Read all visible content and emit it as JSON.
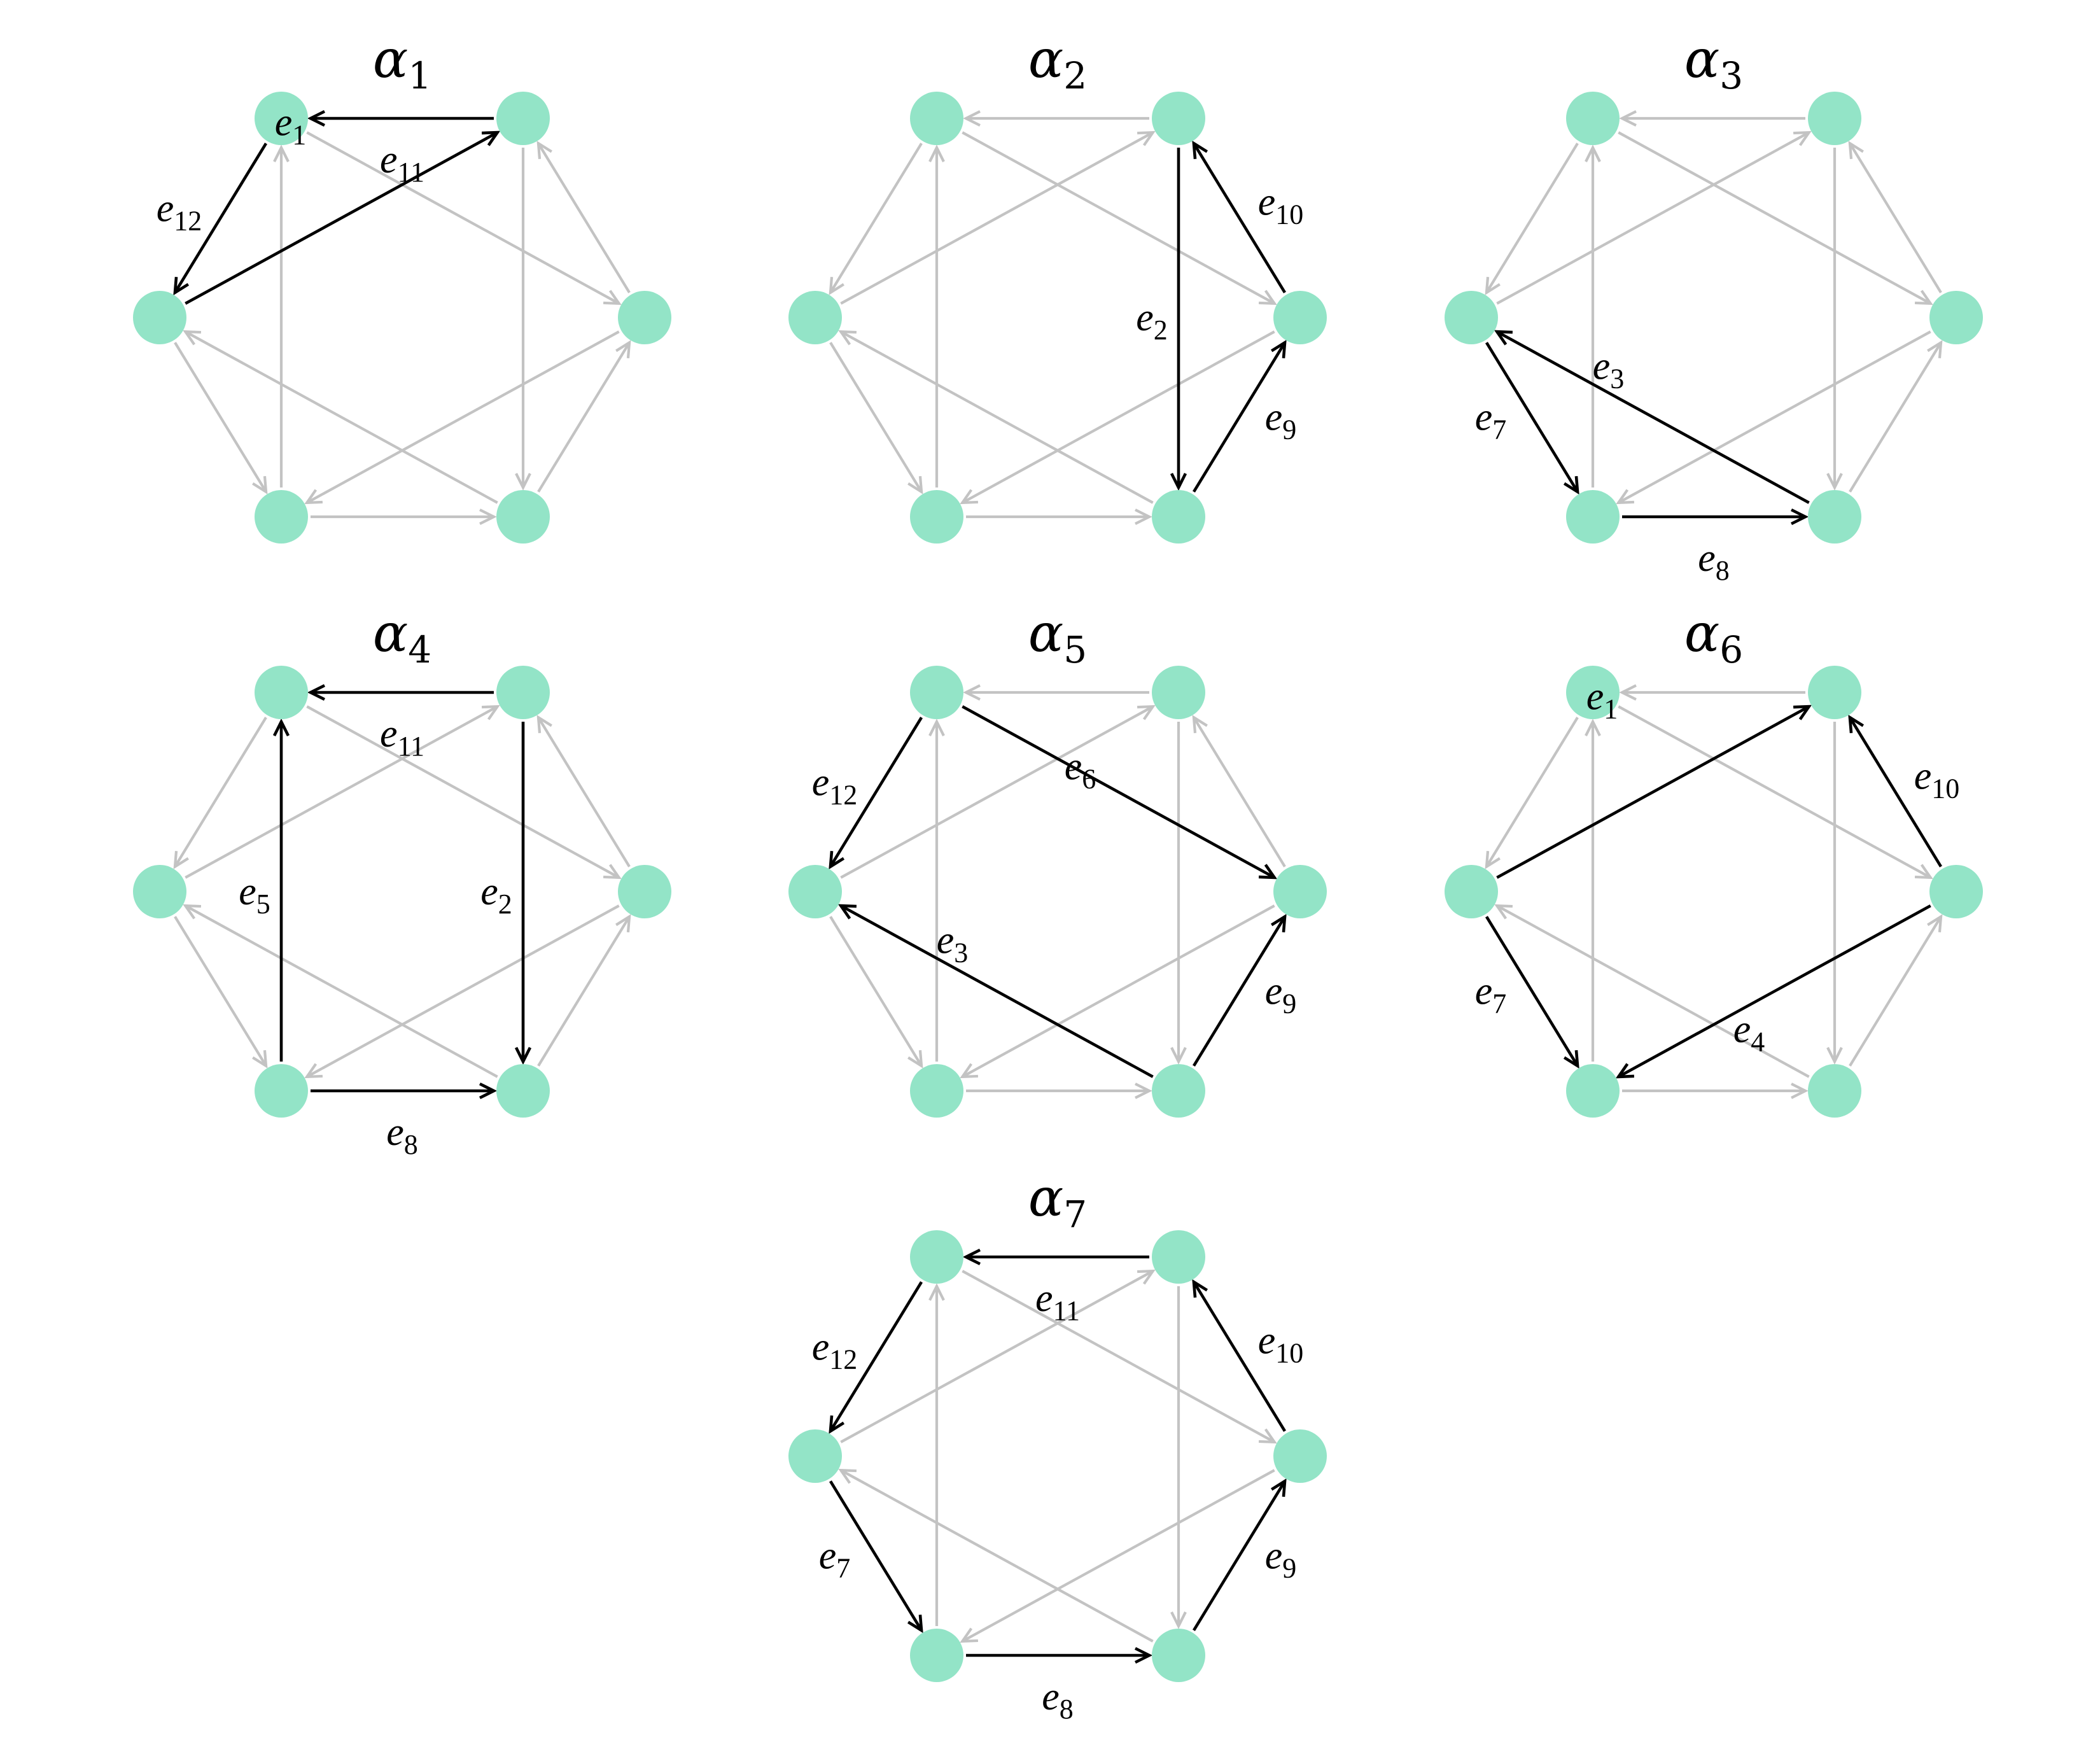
{
  "colors": {
    "node": "#93e4c7",
    "edge_background": "#c3c3c3",
    "edge_highlight": "#000000"
  },
  "graph": {
    "nodes": [
      "n0",
      "n1",
      "n2",
      "n3",
      "n4",
      "n5"
    ],
    "edges": [
      {
        "id": "e1",
        "sub": "1",
        "from": "n2",
        "to": "n0"
      },
      {
        "id": "e2",
        "sub": "2",
        "from": "n0",
        "to": "n4"
      },
      {
        "id": "e3",
        "sub": "3",
        "from": "n4",
        "to": "n2"
      },
      {
        "id": "e4",
        "sub": "4",
        "from": "n5",
        "to": "n3"
      },
      {
        "id": "e5",
        "sub": "5",
        "from": "n3",
        "to": "n1"
      },
      {
        "id": "e6",
        "sub": "6",
        "from": "n1",
        "to": "n5"
      },
      {
        "id": "e7",
        "sub": "7",
        "from": "n2",
        "to": "n3"
      },
      {
        "id": "e8",
        "sub": "8",
        "from": "n3",
        "to": "n4"
      },
      {
        "id": "e9",
        "sub": "9",
        "from": "n4",
        "to": "n5"
      },
      {
        "id": "e10",
        "sub": "10",
        "from": "n5",
        "to": "n0"
      },
      {
        "id": "e11",
        "sub": "11",
        "from": "n0",
        "to": "n1"
      },
      {
        "id": "e12",
        "sub": "12",
        "from": "n1",
        "to": "n2"
      }
    ]
  },
  "panels": [
    {
      "title": "α",
      "sub": "1",
      "highlighted": [
        "e1",
        "e11",
        "e12"
      ]
    },
    {
      "title": "α",
      "sub": "2",
      "highlighted": [
        "e2",
        "e9",
        "e10"
      ]
    },
    {
      "title": "α",
      "sub": "3",
      "highlighted": [
        "e3",
        "e7",
        "e8"
      ]
    },
    {
      "title": "α",
      "sub": "4",
      "highlighted": [
        "e2",
        "e5",
        "e8",
        "e11"
      ]
    },
    {
      "title": "α",
      "sub": "5",
      "highlighted": [
        "e3",
        "e6",
        "e9",
        "e12"
      ]
    },
    {
      "title": "α",
      "sub": "6",
      "highlighted": [
        "e1",
        "e4",
        "e7",
        "e10"
      ]
    },
    {
      "title": "α",
      "sub": "7",
      "highlighted": [
        "e7",
        "e8",
        "e9",
        "e10",
        "e11",
        "e12"
      ]
    }
  ]
}
